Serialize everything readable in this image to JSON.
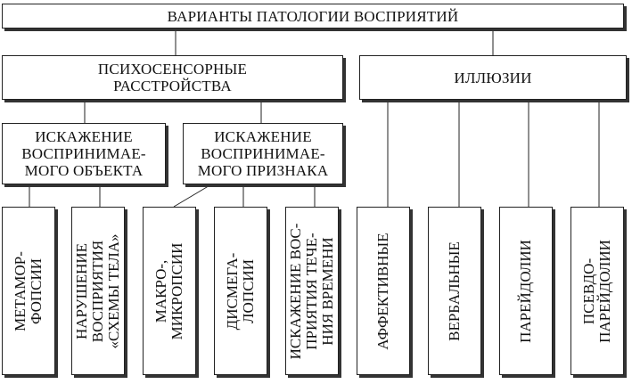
{
  "root": {
    "label": "ВАРИАНТЫ ПАТОЛОГИИ ВОСПРИЯТИЙ"
  },
  "psychosensory": {
    "lines": [
      "ПСИХОСЕНСОРНЫЕ",
      "РАССТРОЙСТВА"
    ]
  },
  "illusions": {
    "label": "ИЛЛЮЗИИ"
  },
  "object_distortion": {
    "lines": [
      "ИСКАЖЕНИЕ",
      "ВОСПРИНИМАЕ-",
      "МОГО ОБЪЕКТА"
    ]
  },
  "feature_distortion": {
    "lines": [
      "ИСКАЖЕНИЕ",
      "ВОСПРИНИМАЕ-",
      "МОГО ПРИЗНАКА"
    ]
  },
  "leaves": [
    {
      "lines": [
        "МЕТАМОР-",
        "ФОПСИИ"
      ]
    },
    {
      "lines": [
        "НАРУШЕНИЕ",
        "ВОСПРИЯТИЯ",
        "«СХЕМЫ ТЕЛА»"
      ]
    },
    {
      "lines": [
        "МАКРО-,",
        "МИКРОПСИИ"
      ]
    },
    {
      "lines": [
        "ДИСМЕГА-",
        "ЛОПСИИ"
      ]
    },
    {
      "lines": [
        "ИСКАЖЕНИЕ ВОС-",
        "ПРИЯТИЯ ТЕЧЕ-",
        "НИЯ ВРЕМЕНИ"
      ]
    },
    {
      "lines": [
        "АФФЕКТИВНЫЕ"
      ]
    },
    {
      "lines": [
        "ВЕРБАЛЬНЫЕ"
      ]
    },
    {
      "lines": [
        "ПАРЕЙДОЛИИ"
      ]
    },
    {
      "lines": [
        "ПСЕВДО-",
        "ПАРЕЙДОЛИИ"
      ]
    }
  ]
}
